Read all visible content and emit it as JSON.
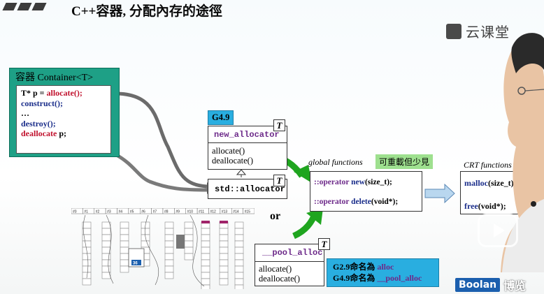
{
  "title": "C++容器, 分配內存的途徑",
  "logo_text": "云课堂",
  "container": {
    "title": "容器 Container<T>",
    "lines": {
      "line1_a": "T* p = ",
      "line1_b": "allocate();",
      "line2": "construct();",
      "line3": "…",
      "line4": "destroy();",
      "line5_a": "deallocate",
      "line5_b": " p;"
    }
  },
  "g49_tag": "G4.9",
  "new_allocator": {
    "name": "new_allocator",
    "template_param": "T",
    "methods": [
      "allocate()",
      "deallocate()"
    ]
  },
  "std_allocator": {
    "name": "std::allocator",
    "template_param": "T"
  },
  "or_label": "or",
  "pool_alloc": {
    "name": "__pool_alloc",
    "template_param": "T",
    "methods": [
      "allocate()",
      "deallocate()"
    ]
  },
  "global_functions": {
    "label": "global functions",
    "note": "可重載但少見",
    "op_new_a": "::operator ",
    "op_new_b": "new",
    "op_new_c": "(size_t);",
    "op_delete_a": "::operator ",
    "op_delete_b": "delete",
    "op_delete_c": "(void*);"
  },
  "crt": {
    "label": "CRT functions",
    "malloc_a": "malloc",
    "malloc_b": "(size_t);",
    "free_a": "free",
    "free_b": "(void*);"
  },
  "pool_note": {
    "line1_a": "G2.9命名為 ",
    "line1_b": "alloc",
    "line2_a": "G4.9命名為 ",
    "line2_b": "__pool_alloc"
  },
  "mini_diagram": {
    "highlight_label": "36",
    "header_labels": [
      "#0",
      "#1",
      "#2",
      "#3",
      "#4",
      "#5",
      "#6",
      "#7",
      "#8",
      "#9",
      "#10",
      "#11",
      "#12",
      "#13",
      "#14",
      "#15"
    ]
  },
  "boolan": {
    "badge": "Boolan",
    "text": "博览"
  },
  "colors": {
    "teal": "#1ea086",
    "blue_note": "#29aee0",
    "green_arrow": "#1fa51f",
    "crimson": "#c0102c",
    "purple": "#6d2a8a"
  }
}
